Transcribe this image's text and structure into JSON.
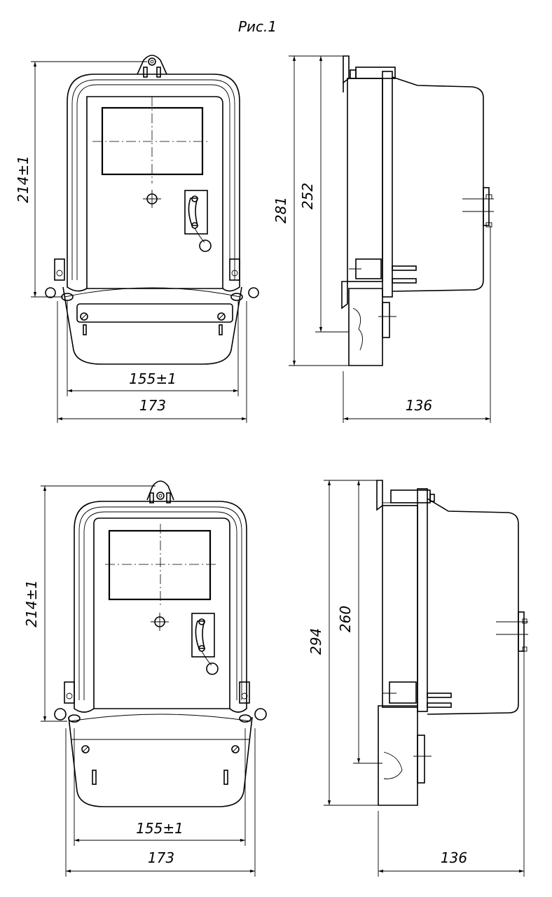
{
  "figure": {
    "caption": "Рис.1"
  },
  "top_view": {
    "front": {
      "height": "214±1",
      "mount_width": "155±1",
      "overall_width": "173"
    },
    "side": {
      "overall_height": "281",
      "inner_height": "252",
      "depth": "136"
    }
  },
  "bottom_view": {
    "front": {
      "height": "214±1",
      "mount_width": "155±1",
      "overall_width": "173"
    },
    "side": {
      "overall_height": "294",
      "inner_height": "260",
      "depth": "136"
    }
  }
}
